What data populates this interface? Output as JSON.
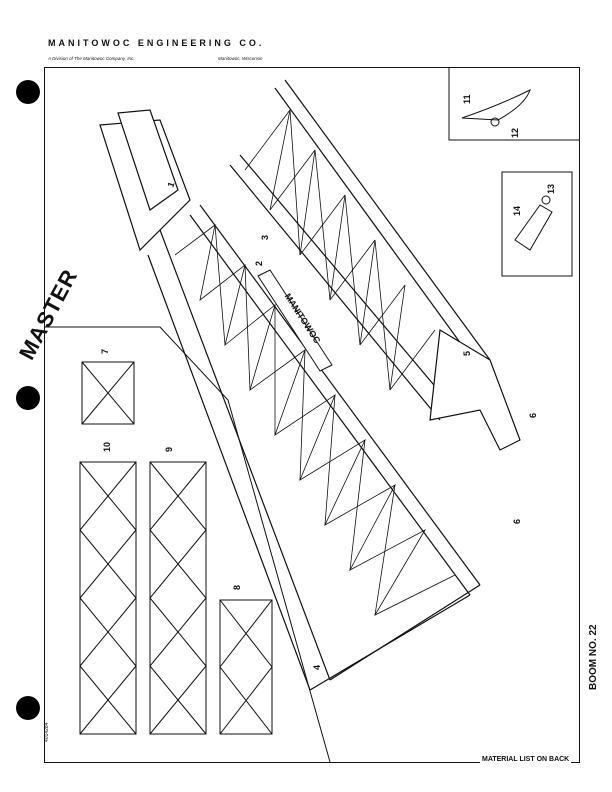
{
  "header": {
    "company": "MANITOWOC ENGINEERING CO.",
    "division": "A Division of The Manitowoc Company, Inc.",
    "location": "Manitowoc, Wisconsin"
  },
  "footer": {
    "material_note": "MATERIAL LIST ON BACK",
    "boom_number": "BOOM NO. 22",
    "catalog_number": "4014284"
  },
  "stamp": "MASTER",
  "boom_lettering": "MANITOWOC",
  "callouts": [
    "1",
    "2",
    "3",
    "4",
    "5",
    "6",
    "6",
    "7",
    "8",
    "9",
    "10",
    "11",
    "12",
    "13",
    "14"
  ]
}
